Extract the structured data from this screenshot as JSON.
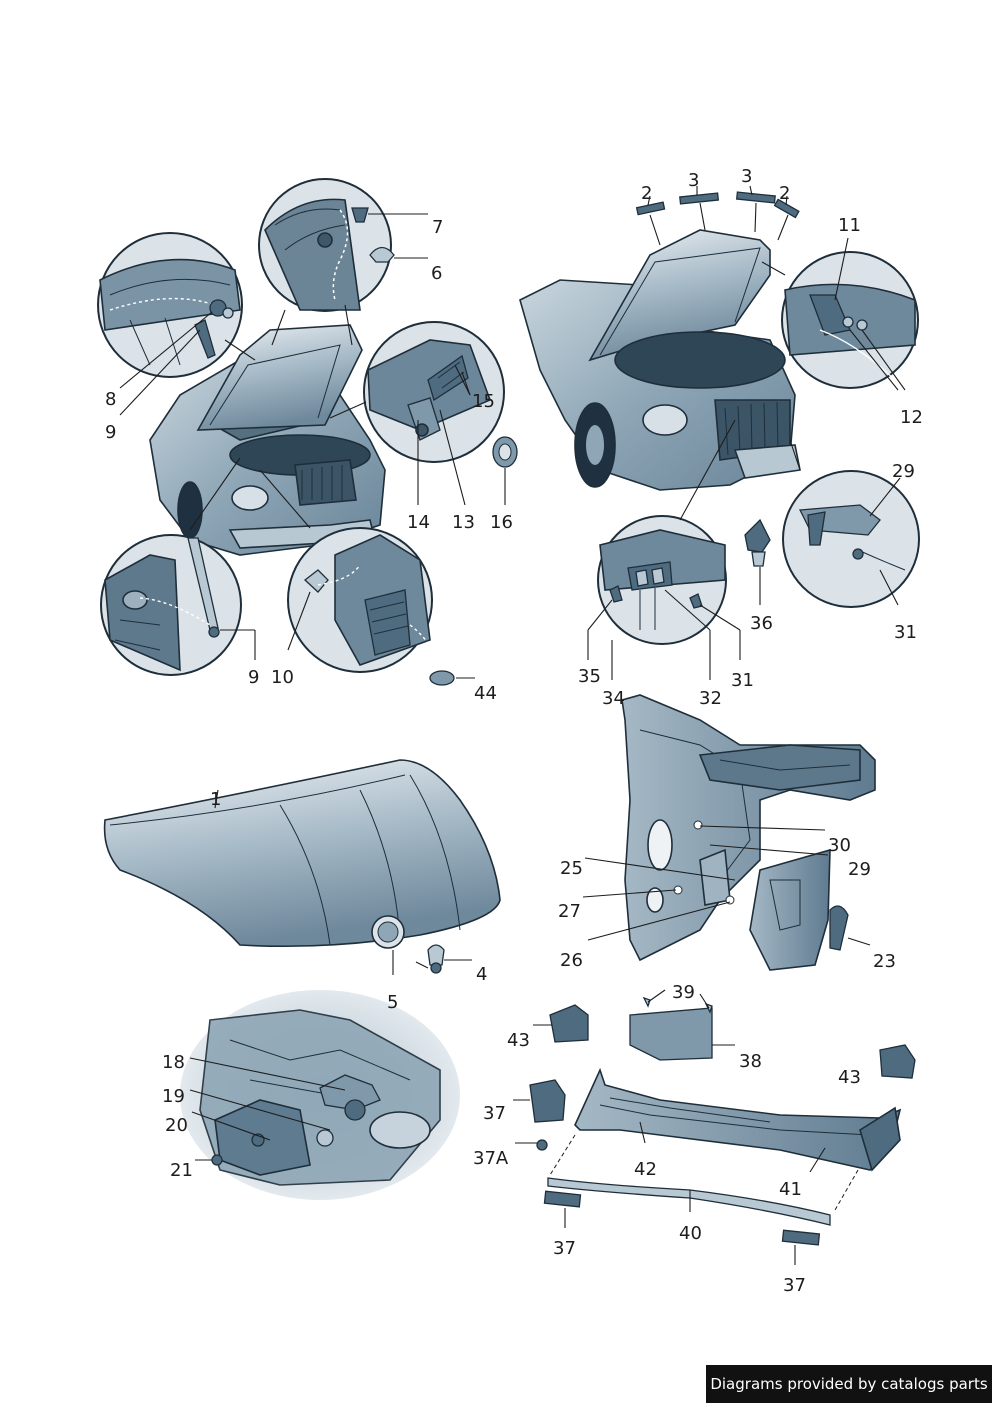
{
  "watermark": "Diagrams provided by catalogs parts",
  "labels": {
    "l1": "1",
    "l2a": "2",
    "l2b": "2",
    "l3a": "3",
    "l3b": "3",
    "l4": "4",
    "l5": "5",
    "l6": "6",
    "l7": "7",
    "l8": "8",
    "l9a": "9",
    "l9b": "9",
    "l10": "10",
    "l11": "11",
    "l12": "12",
    "l13": "13",
    "l14": "14",
    "l15": "15",
    "l16": "16",
    "l18": "18",
    "l19": "19",
    "l20": "20",
    "l21": "21",
    "l23": "23",
    "l25": "25",
    "l26": "26",
    "l27": "27",
    "l29a": "29",
    "l29b": "29",
    "l30": "30",
    "l31a": "31",
    "l31b": "31",
    "l32": "32",
    "l34": "34",
    "l35": "35",
    "l36": "36",
    "l37a": "37",
    "l37b": "37",
    "l37c": "37",
    "l37A": "37A",
    "l38": "38",
    "l39": "39",
    "l40": "40",
    "l41": "41",
    "l42": "42",
    "l43a": "43",
    "l43b": "43",
    "l44": "44"
  },
  "colors": {
    "body_blue": "#7f98aa",
    "dark_blue": "#4f6b80",
    "light_blue": "#dbe3e9",
    "ink": "#1d1d1d"
  }
}
